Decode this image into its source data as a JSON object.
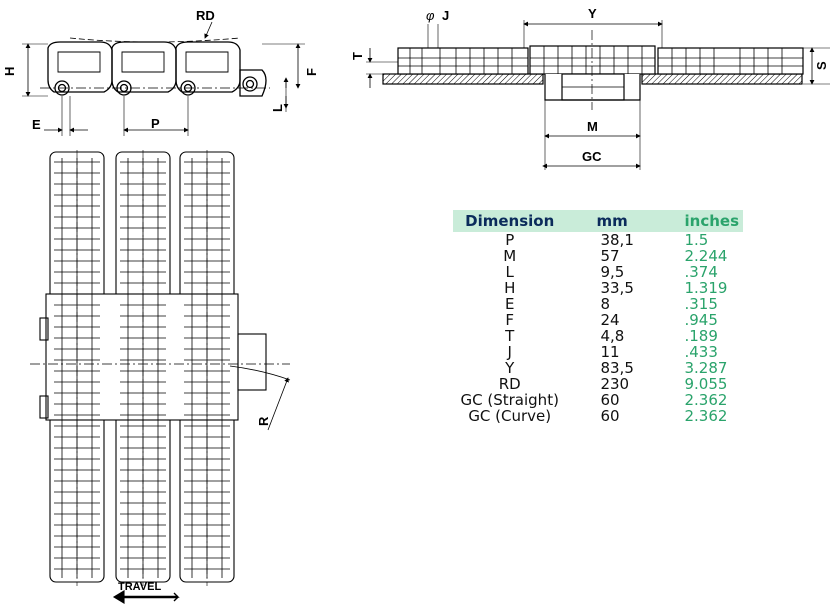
{
  "labels": {
    "rd": "RD",
    "h": "H",
    "f": "F",
    "l": "L",
    "e": "E",
    "p": "P",
    "t": "T",
    "phi": "φ",
    "j": "J",
    "y": "Y",
    "s": "S",
    "m": "M",
    "gc": "GC",
    "r": "R",
    "travel": "TRAVEL"
  },
  "table": {
    "headers": [
      "Dimension",
      "mm",
      "inches"
    ],
    "rows": [
      [
        "P",
        "38,1",
        "1.5"
      ],
      [
        "M",
        "57",
        "2.244"
      ],
      [
        "L",
        "9,5",
        ".374"
      ],
      [
        "H",
        "33,5",
        "1.319"
      ],
      [
        "E",
        "8",
        ".315"
      ],
      [
        "F",
        "24",
        ".945"
      ],
      [
        "T",
        "4,8",
        ".189"
      ],
      [
        "J",
        "11",
        ".433"
      ],
      [
        "Y",
        "83,5",
        "3.287"
      ],
      [
        "RD",
        "230",
        "9.055"
      ],
      [
        "GC (Straight)",
        "60",
        "2.362"
      ],
      [
        "GC (Curve)",
        "60",
        "2.362"
      ]
    ]
  },
  "colors": {
    "header_bg": "#c9ecd9",
    "inches_text": "#2aa36b",
    "header_text": "#0b2b5b"
  }
}
